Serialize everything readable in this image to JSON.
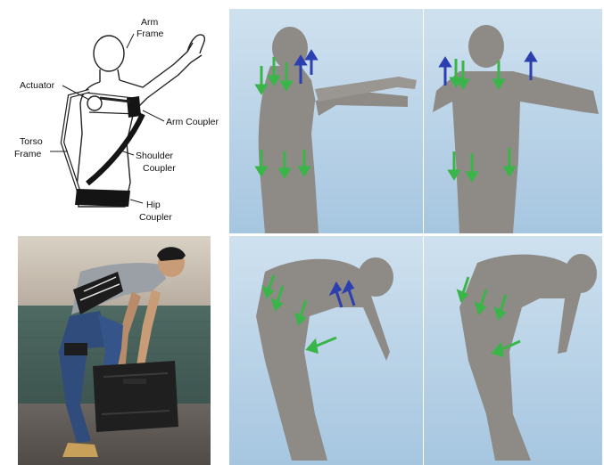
{
  "diagram": {
    "labels": {
      "arm_frame_1": "Arm",
      "arm_frame_2": "Frame",
      "actuator": "Actuator",
      "arm_coupler": "Arm Coupler",
      "torso_frame_1": "Torso",
      "torso_frame_2": "Frame",
      "shoulder_coupler_1": "Shoulder",
      "shoulder_coupler_2": "Coupler",
      "hip_coupler_1": "Hip",
      "hip_coupler_2": "Coupler"
    }
  },
  "colors": {
    "sky_light": "#c9dcec",
    "sky_dark": "#9fbfdc",
    "figure_gray": "#8e8a86",
    "force_green": "#3ab54a",
    "force_blue": "#2b3fb0",
    "strap_black": "#141414"
  },
  "panels": {
    "top_left": "exoskeleton-line-diagram",
    "bottom_left": "photo-person-lifting-case",
    "right_top_a": "render-arms-raised-side",
    "right_top_b": "render-arms-raised-front",
    "right_bottom_a": "render-bent-forward-front",
    "right_bottom_b": "render-bent-forward-side"
  }
}
